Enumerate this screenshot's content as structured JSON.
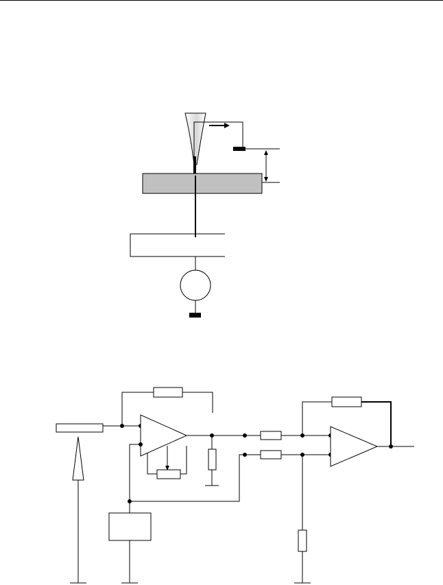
{
  "page": {
    "background": "#ffffff",
    "line_color": "#000000",
    "sample_fill": "#c0c0c0"
  },
  "figure_top": {
    "parts": [
      "probe-tip",
      "deflection-arrow",
      "sample-layer",
      "height-gap",
      "base-electrode",
      "ac-source",
      "ground-terminal"
    ]
  },
  "figure_bottom": {
    "parts": [
      "sensor-resistor",
      "input-op-amp",
      "feedback-resistor",
      "trim-potentiometer",
      "load-resistor",
      "control-unit",
      "differential-amplifier",
      "input-resistors",
      "ground-resistor",
      "upward-arrow",
      "ground-symbols"
    ]
  }
}
